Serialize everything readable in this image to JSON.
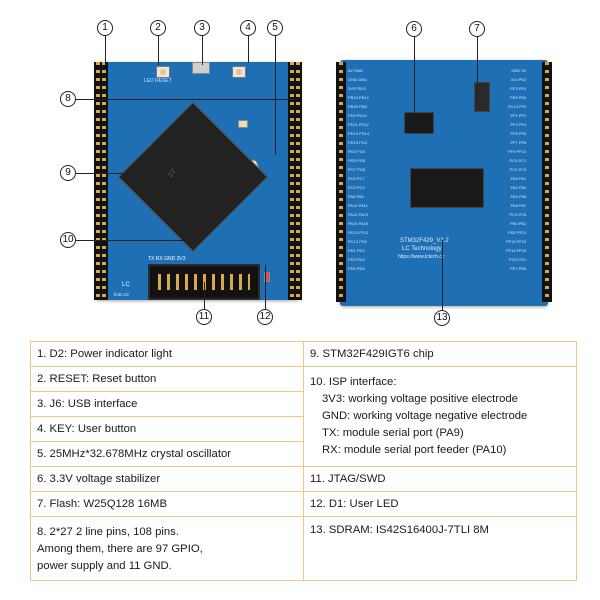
{
  "callouts": [
    "1",
    "2",
    "3",
    "4",
    "5",
    "6",
    "7",
    "8",
    "9",
    "10",
    "11",
    "12",
    "13"
  ],
  "board_front": {
    "chip_marking": "ST",
    "silk_top_left": "LED  RESET",
    "silk_jtag": "TX  RX  GND 3V3",
    "silk_lc": "LC",
    "silk_vendor": "lcsc.cc"
  },
  "board_back": {
    "model": "STM32F429_V1.2",
    "maker": "LC Technology",
    "url": "https://www.lctech.cc",
    "left_labels": [
      "5V GND",
      "GND GND",
      "3V3 PB12",
      "PB13 PB14",
      "PB15 PD8",
      "PD9 PD10",
      "PD11 PD12",
      "PD13 PD14",
      "PD15 PG2",
      "PG3 PG4",
      "PG5 PG6",
      "PG7 PG8",
      "PC6 PC7",
      "PC8 PC9",
      "PA8 PA9",
      "PA10 PA11",
      "PA12 PA13",
      "PA14 PA15",
      "PC10 PC11",
      "PC12 PD0",
      "PD1 PD2",
      "PD3 PD4",
      "PD5 PD6"
    ],
    "right_labels": [
      "GND 5V",
      "3V3 PE2",
      "PE3 PE4",
      "PE5 PE6",
      "PC13 PF0",
      "PF1 PF2",
      "PF3 PF4",
      "PF5 PF6",
      "PF7 PF8",
      "PF9 PF10",
      "PC0 PC1",
      "PC2 PC3",
      "PA0 PA1",
      "PA2 PA3",
      "PA4 PA5",
      "PA6 PA7",
      "PC4 PC5",
      "PB0 PB1",
      "PB2 PF11",
      "PF12 PF13",
      "PF14 PF15",
      "PG0 PG1",
      "PE7 PE8"
    ]
  },
  "legend": {
    "left": [
      "1. D2: Power indicator light",
      "2. RESET: Reset button",
      "3. J6: USB interface",
      "4. KEY: User button",
      "5. 25MHz*32.678MHz crystal oscillator",
      "6. 3.3V voltage stabilizer",
      "7. Flash: W25Q128 16MB"
    ],
    "left_multi": [
      "8. 2*27 2 line pins, 108 pins.",
      "Among them, there are 97 GPIO,",
      "power supply and 11 GND."
    ],
    "right_first": "9. STM32F429IGT6 chip",
    "isp": {
      "title": "10. ISP interface:",
      "lines": [
        "3V3: working voltage positive electrode",
        "GND: working voltage negative electrode",
        "TX: module serial port (PA9)",
        "RX: module serial port feeder (PA10)"
      ]
    },
    "right_rest": [
      "11. JTAG/SWD",
      "12. D1: User LED",
      "13. SDRAM: IS42S16400J-7TLI 8M"
    ]
  }
}
